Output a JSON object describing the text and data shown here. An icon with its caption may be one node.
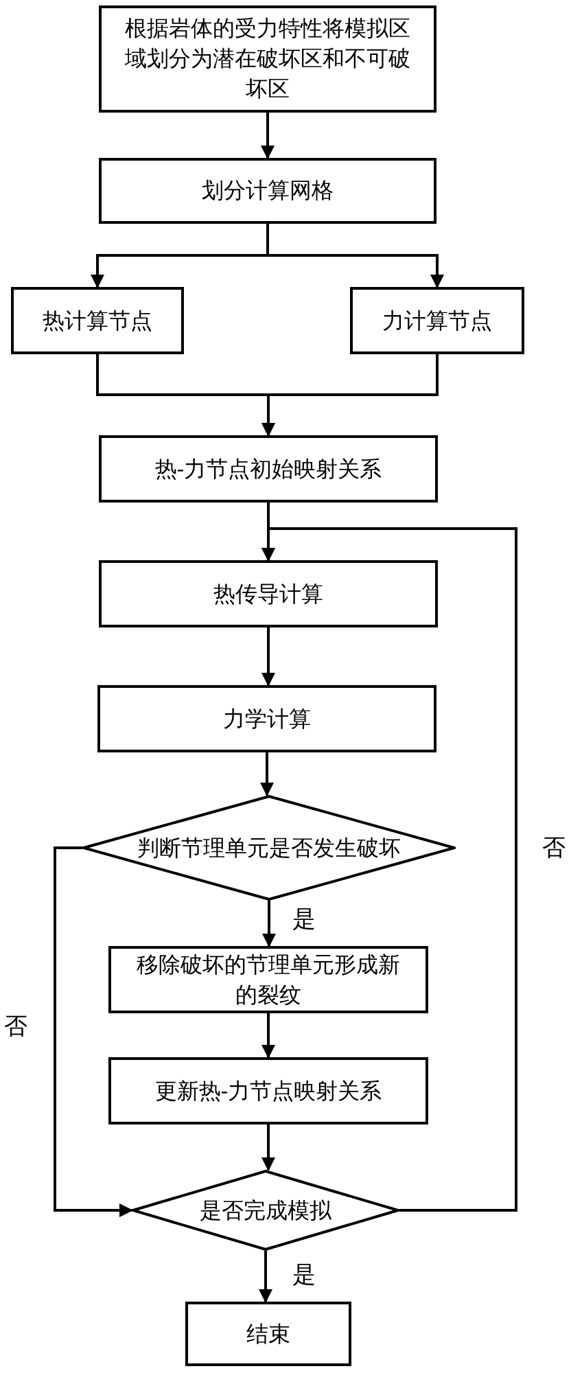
{
  "diagram": {
    "nodes": [
      {
        "text": [
          "根据岩体的受力特性将模拟区域划分为潜在破坏区和不可破坏区"
        ]
      },
      {
        "text": [
          "划分计算网格"
        ]
      },
      {
        "text": [
          "热计算节点"
        ]
      },
      {
        "text": [
          "力计算节点"
        ]
      },
      {
        "text": [
          "热-力节点初始映射关系"
        ]
      },
      {
        "text": [
          "热传导计算"
        ]
      },
      {
        "text": [
          "力学计算"
        ]
      },
      {
        "text": [
          "判断节理单元是否发生破坏"
        ]
      },
      {
        "text": [
          "移除破坏的节理单元形成新的裂纹"
        ]
      },
      {
        "text": [
          "更新热-力节点映射关系"
        ]
      },
      {
        "text": [
          "是否完成模拟"
        ]
      },
      {
        "text": [
          "结束"
        ]
      }
    ],
    "edges": [
      {
        "from": 0,
        "to": 1,
        "arrow": "to"
      },
      {
        "from": 1,
        "to": 2,
        "arrow": "to"
      },
      {
        "from": 1,
        "to": 3,
        "arrow": "to"
      },
      {
        "from": 2,
        "to": 4,
        "arrow": "to"
      },
      {
        "from": 3,
        "to": 4,
        "arrow": "to"
      },
      {
        "from": 4,
        "to": 5,
        "arrow": "to"
      },
      {
        "from": 5,
        "to": 6,
        "arrow": "to"
      },
      {
        "from": 6,
        "to": 7,
        "arrow": "to"
      },
      {
        "from": 7,
        "to": 8,
        "arrow": "to",
        "label": "是"
      },
      {
        "from": 8,
        "to": 9,
        "arrow": "to"
      },
      {
        "from": 9,
        "to": 10,
        "arrow": "to"
      },
      {
        "from": 7,
        "to": 10,
        "arrow": "to",
        "label": "否"
      },
      {
        "from": 10,
        "to": 5,
        "arrow": "to",
        "label": "否"
      },
      {
        "from": 10,
        "to": 11,
        "arrow": "to",
        "label": "是"
      }
    ]
  }
}
